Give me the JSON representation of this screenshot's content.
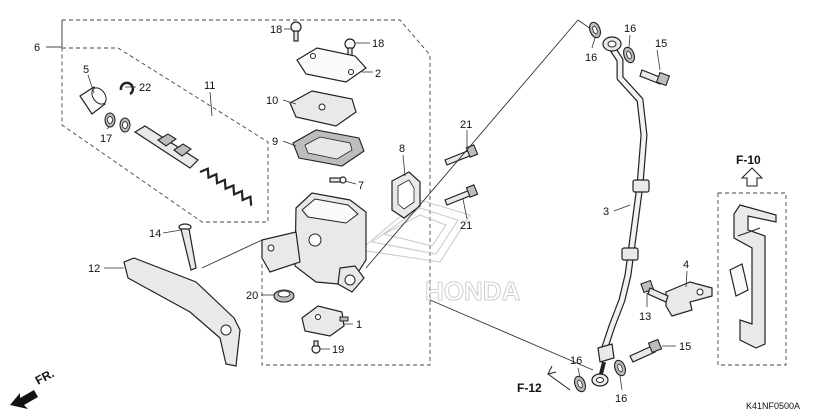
{
  "callouts": {
    "c1": "1",
    "c2": "2",
    "c3": "3",
    "c4": "4",
    "c5": "5",
    "c6": "6",
    "c7": "7",
    "c8": "8",
    "c9": "9",
    "c10": "10",
    "c11": "11",
    "c12": "12",
    "c13": "13",
    "c14": "14",
    "c15a": "15",
    "c15b": "15",
    "c16a": "16",
    "c16b": "16",
    "c16c": "16",
    "c16d": "16",
    "c17": "17",
    "c18a": "18",
    "c18b": "18",
    "c19": "19",
    "c20": "20",
    "c21a": "21",
    "c21b": "21",
    "c22": "22"
  },
  "refs": {
    "f10": "F-10",
    "f12": "F-12",
    "front": "FR."
  },
  "diagram_code": "K41NF0500A"
}
